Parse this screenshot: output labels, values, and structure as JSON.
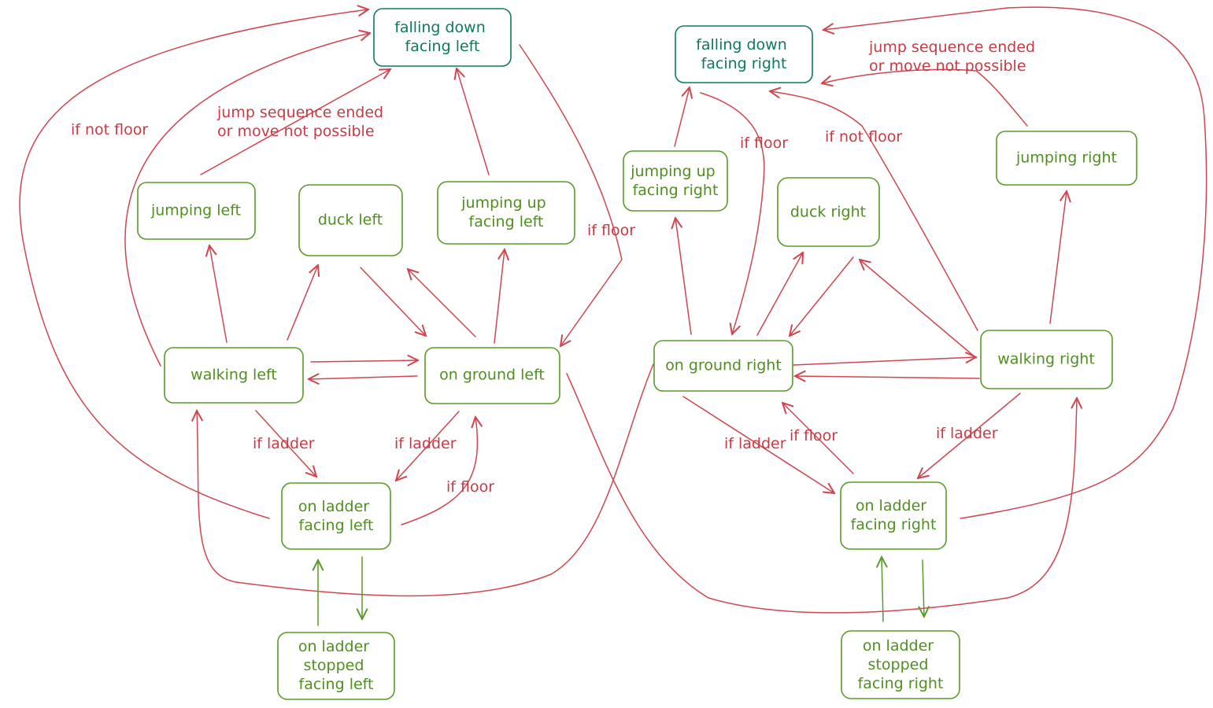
{
  "colors": {
    "state_green": "#5a9a2a",
    "state_teal": "#0c7a5e",
    "transition_red": "#d0454f",
    "transition_green": "#5a9a2a",
    "background": "#ffffff"
  },
  "states": {
    "falling_left": {
      "lines": [
        "falling down",
        "facing left"
      ]
    },
    "falling_right": {
      "lines": [
        "falling down",
        "facing right"
      ]
    },
    "jumping_left": {
      "lines": [
        "jumping left"
      ]
    },
    "duck_left": {
      "lines": [
        "duck left"
      ]
    },
    "jumping_up_left": {
      "lines": [
        "jumping up",
        "facing left"
      ]
    },
    "walking_left": {
      "lines": [
        "walking left"
      ]
    },
    "on_ground_left": {
      "lines": [
        "on ground left"
      ]
    },
    "on_ladder_left": {
      "lines": [
        "on ladder",
        "facing left"
      ]
    },
    "ladder_stopped_left": {
      "lines": [
        "on ladder",
        "stopped",
        "facing left"
      ]
    },
    "jumping_up_right": {
      "lines": [
        "jumping up",
        "facing right"
      ]
    },
    "duck_right": {
      "lines": [
        "duck right"
      ]
    },
    "jumping_right": {
      "lines": [
        "jumping right"
      ]
    },
    "on_ground_right": {
      "lines": [
        "on ground right"
      ]
    },
    "walking_right": {
      "lines": [
        "walking right"
      ]
    },
    "on_ladder_right": {
      "lines": [
        "on ladder",
        "facing right"
      ]
    },
    "ladder_stopped_right": {
      "lines": [
        "on ladder",
        "stopped",
        "facing right"
      ]
    }
  },
  "edge_labels": {
    "jump_ended_left": [
      "jump sequence ended",
      "or move not possible"
    ],
    "jump_ended_right": [
      "jump sequence ended",
      "or move not possible"
    ],
    "if_not_floor_left": "if not floor",
    "if_not_floor_right": "if not floor",
    "if_floor_top_left": "if floor",
    "if_floor_top_right": "if floor",
    "if_ladder_walk_left": "if ladder",
    "if_ladder_ground_left": "if ladder",
    "if_floor_ladder_left": "if floor",
    "if_ladder_ground_right": "if ladder",
    "if_floor_ladder_right": "if floor",
    "if_ladder_walk_right": "if ladder"
  }
}
